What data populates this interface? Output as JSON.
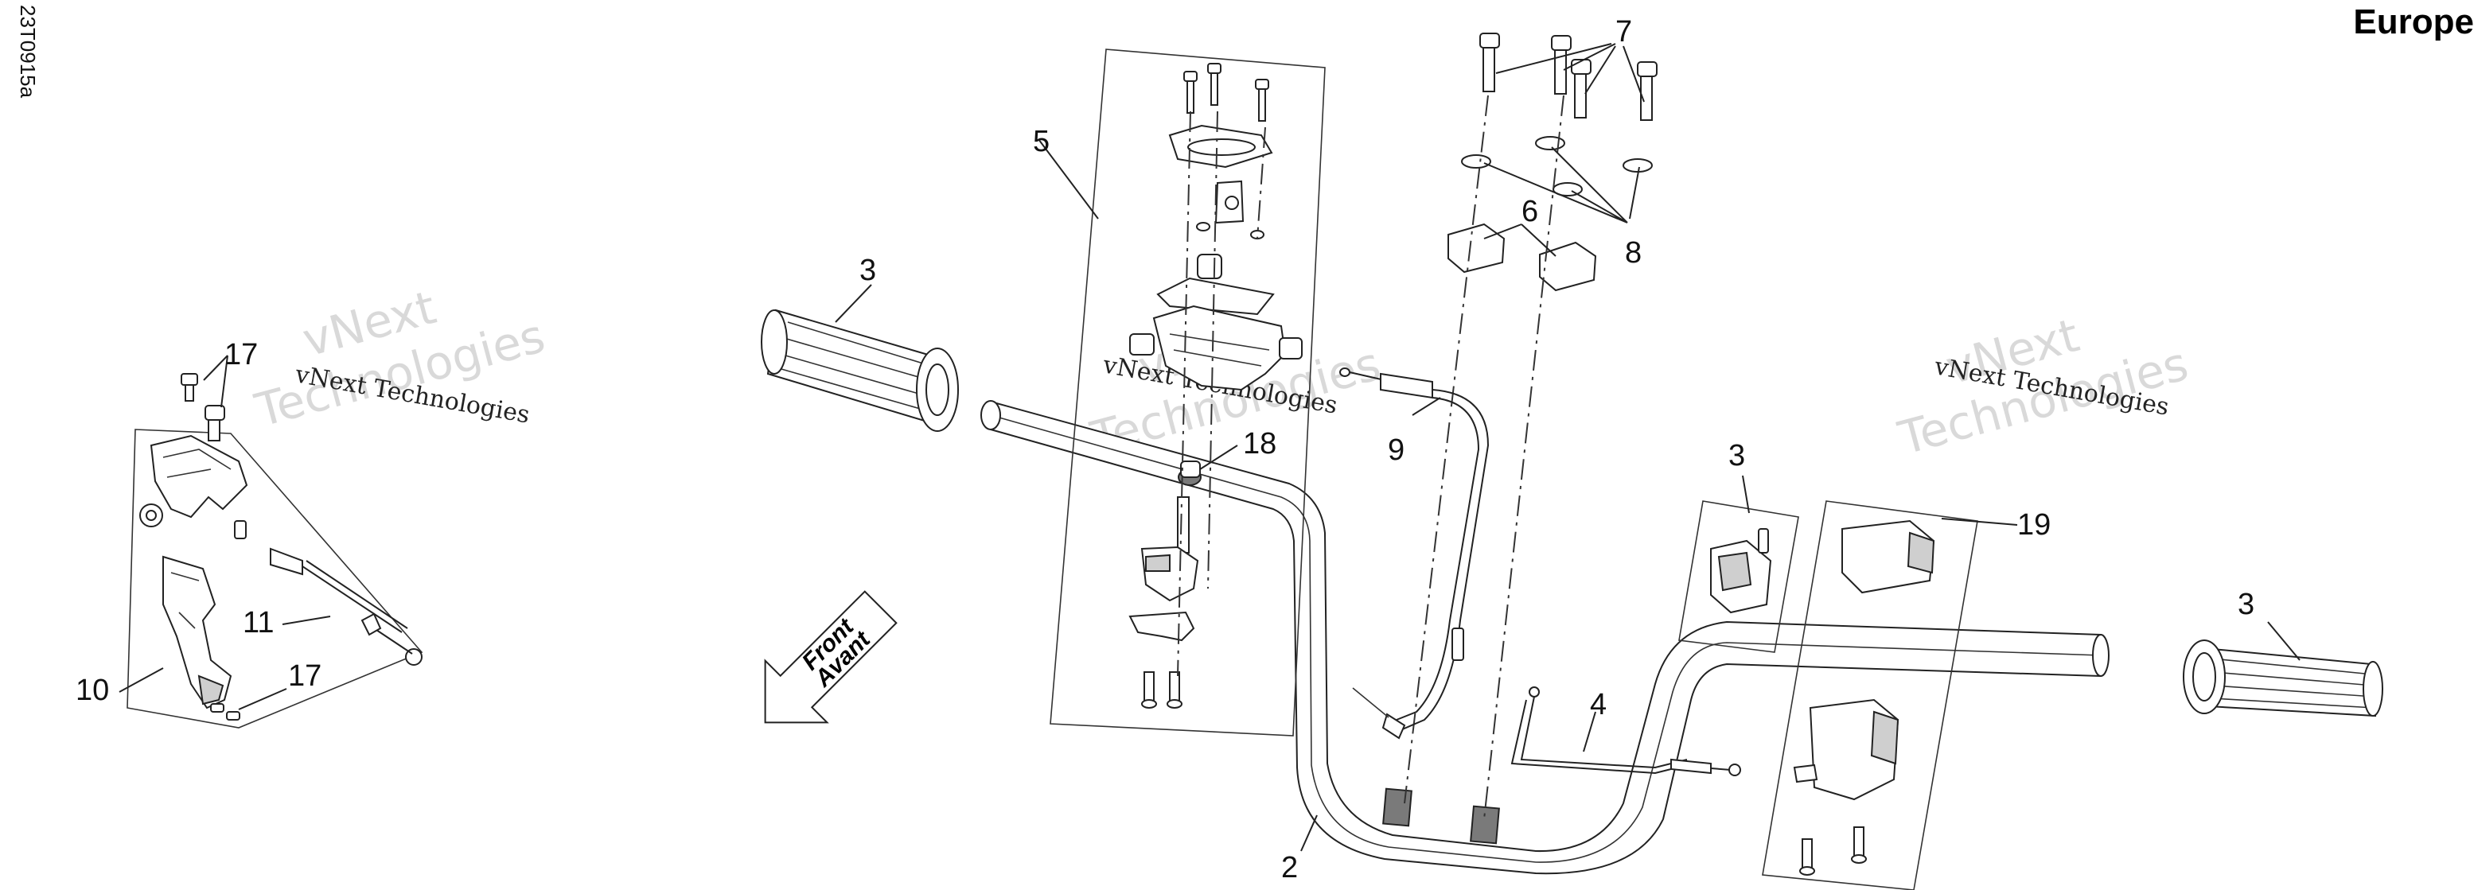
{
  "diagram_code": "23T0915a",
  "region": "Europe",
  "arrow_label": {
    "line1": "Front",
    "line2": "Avant"
  },
  "watermark": {
    "line1": "vNext Technologies",
    "line2": "vNext",
    "line3": "Technologies"
  },
  "callouts": {
    "c2": "2",
    "c3a": "3",
    "c3b": "3",
    "c3c": "3",
    "c4": "4",
    "c5": "5",
    "c6": "6",
    "c7": "7",
    "c8": "8",
    "c9": "9",
    "c10": "10",
    "c11": "11",
    "c17a": "17",
    "c17b": "17",
    "c18": "18",
    "c19": "19"
  }
}
